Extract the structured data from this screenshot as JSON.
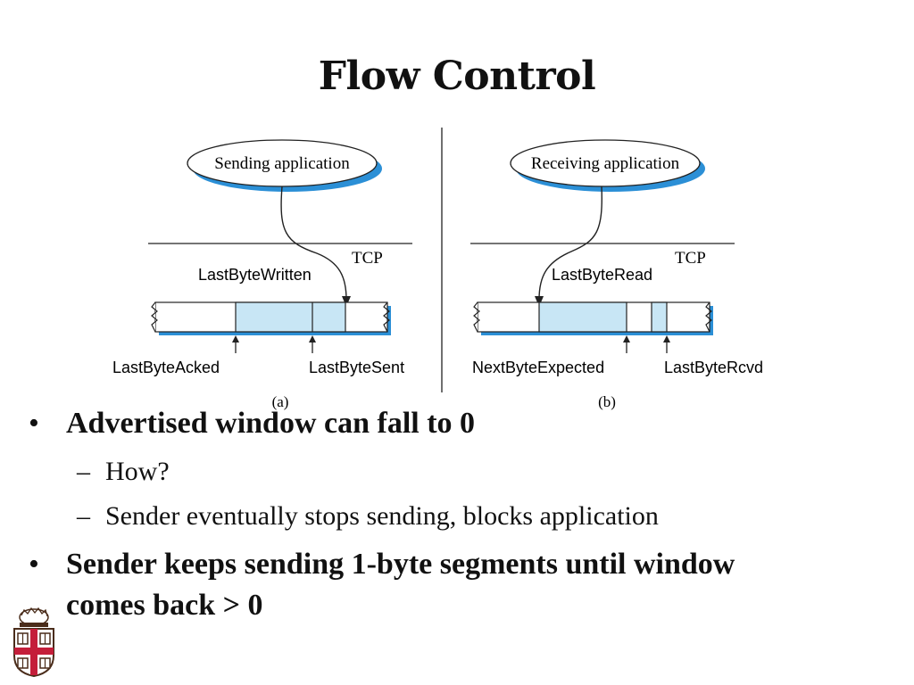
{
  "slide": {
    "title": "Flow Control"
  },
  "diagram_a": {
    "app_label": "Sending application",
    "tcp_label": "TCP",
    "top_pointer": "LastByteWritten",
    "bottom_left": "LastByteAcked",
    "bottom_right": "LastByteSent",
    "caption": "(a)"
  },
  "diagram_b": {
    "app_label": "Receiving application",
    "tcp_label": "TCP",
    "top_pointer": "LastByteRead",
    "bottom_left": "NextByteExpected",
    "bottom_right": "LastByteRcvd",
    "caption": "(b)"
  },
  "bullets": [
    {
      "text": "Advertised window can fall to 0",
      "sub": [
        "How?",
        "Sender eventually stops sending, blocks application"
      ]
    },
    {
      "text_line1": "Sender keeps sending 1-byte segments until window",
      "text_line2": "comes back > 0"
    }
  ],
  "colors": {
    "buffer_fill": "#c8e6f5",
    "shadow_blue": "#2b8fd6"
  },
  "logo_icon": "brown-university-shield-icon"
}
